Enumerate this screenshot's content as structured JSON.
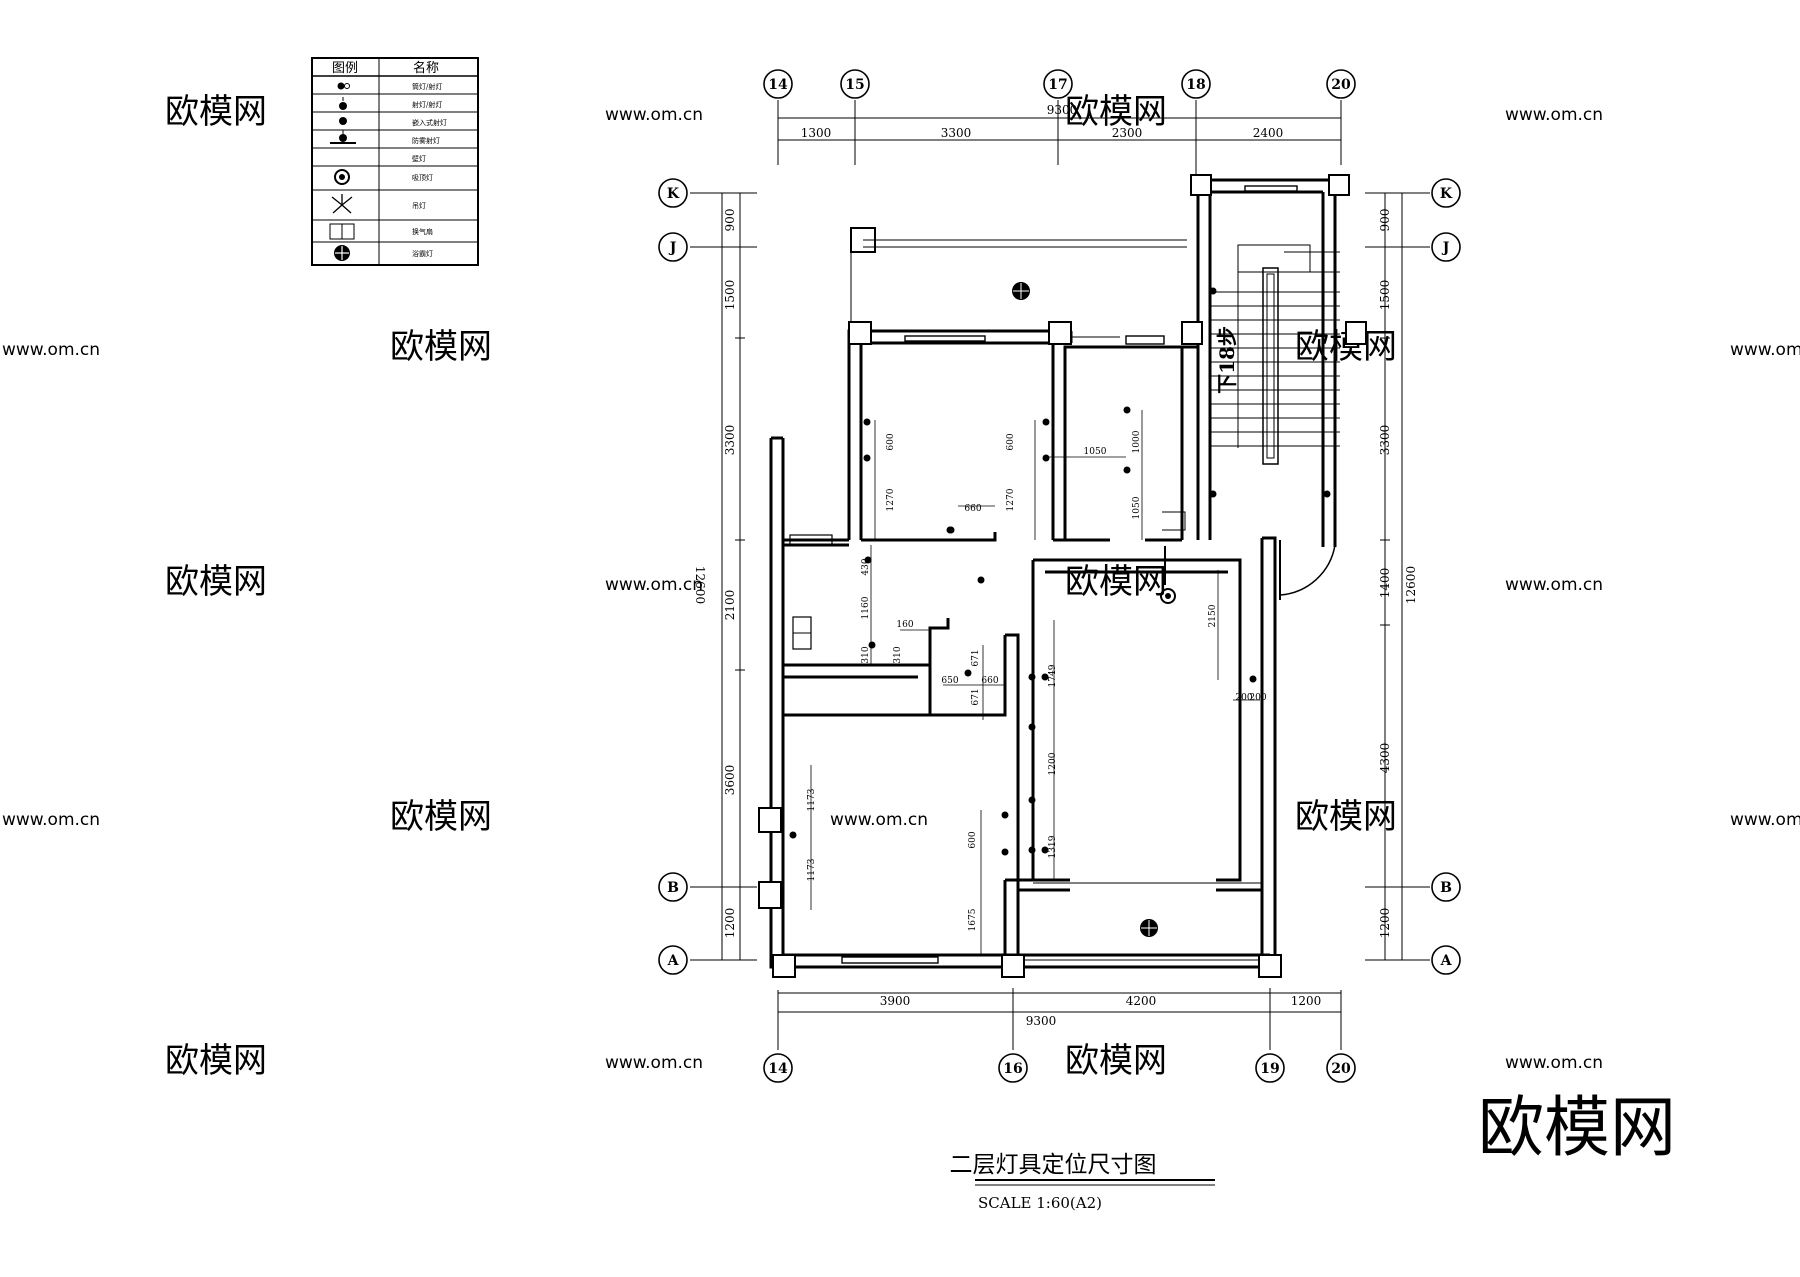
{
  "legend": {
    "header_symbol": "图例",
    "header_name": "名称",
    "rows": [
      {
        "icon": "downlight-icon",
        "name": "筒灯/射灯"
      },
      {
        "icon": "spotlight-icon",
        "name": "射灯/射灯"
      },
      {
        "icon": "recessed-light-icon",
        "name": "嵌入式射灯"
      },
      {
        "icon": "wall-lamp-icon",
        "name": "防雾射灯"
      },
      {
        "icon": "blank",
        "name": "壁灯"
      },
      {
        "icon": "ceiling-lamp-icon",
        "name": "吸顶灯"
      },
      {
        "icon": "chandelier-icon",
        "name": "吊灯"
      },
      {
        "icon": "exhaust-fan-icon",
        "name": "换气扇"
      },
      {
        "icon": "bathroom-heater-icon",
        "name": "浴霸灯"
      }
    ]
  },
  "axes": {
    "top": [
      "14",
      "15",
      "17",
      "18",
      "20"
    ],
    "bottom": [
      "14",
      "16",
      "19",
      "20"
    ],
    "left": [
      "K",
      "J",
      "B",
      "A"
    ],
    "right": [
      "K",
      "J",
      "B",
      "A"
    ]
  },
  "dimensions": {
    "top_total": "9300",
    "top_segments": [
      "1300",
      "3300",
      "2300",
      "2400"
    ],
    "bottom_total": "9300",
    "bottom_segments": [
      "3900",
      "4200",
      "1200"
    ],
    "left_total": "12600",
    "left_segments": [
      "900",
      "1500",
      "3300",
      "2100",
      "3600",
      "1200"
    ],
    "right_total": "12600",
    "right_segments": [
      "900",
      "1500",
      "3300",
      "1400",
      "4300",
      "1200"
    ]
  },
  "inner_dims": [
    "600",
    "1270",
    "660",
    "600",
    "1270",
    "1050",
    "1000",
    "1050",
    "430",
    "1160",
    "160",
    "310",
    "310",
    "671",
    "650",
    "660",
    "671",
    "2150",
    "1749",
    "1200",
    "1319",
    "200",
    "200",
    "1173",
    "1173",
    "600",
    "1675"
  ],
  "stair_label": "下18步",
  "title": "二层灯具定位尺寸图",
  "scale": "SCALE   1:60(A2)",
  "watermark_text": "欧模网",
  "watermark_url": "www.om.cn"
}
